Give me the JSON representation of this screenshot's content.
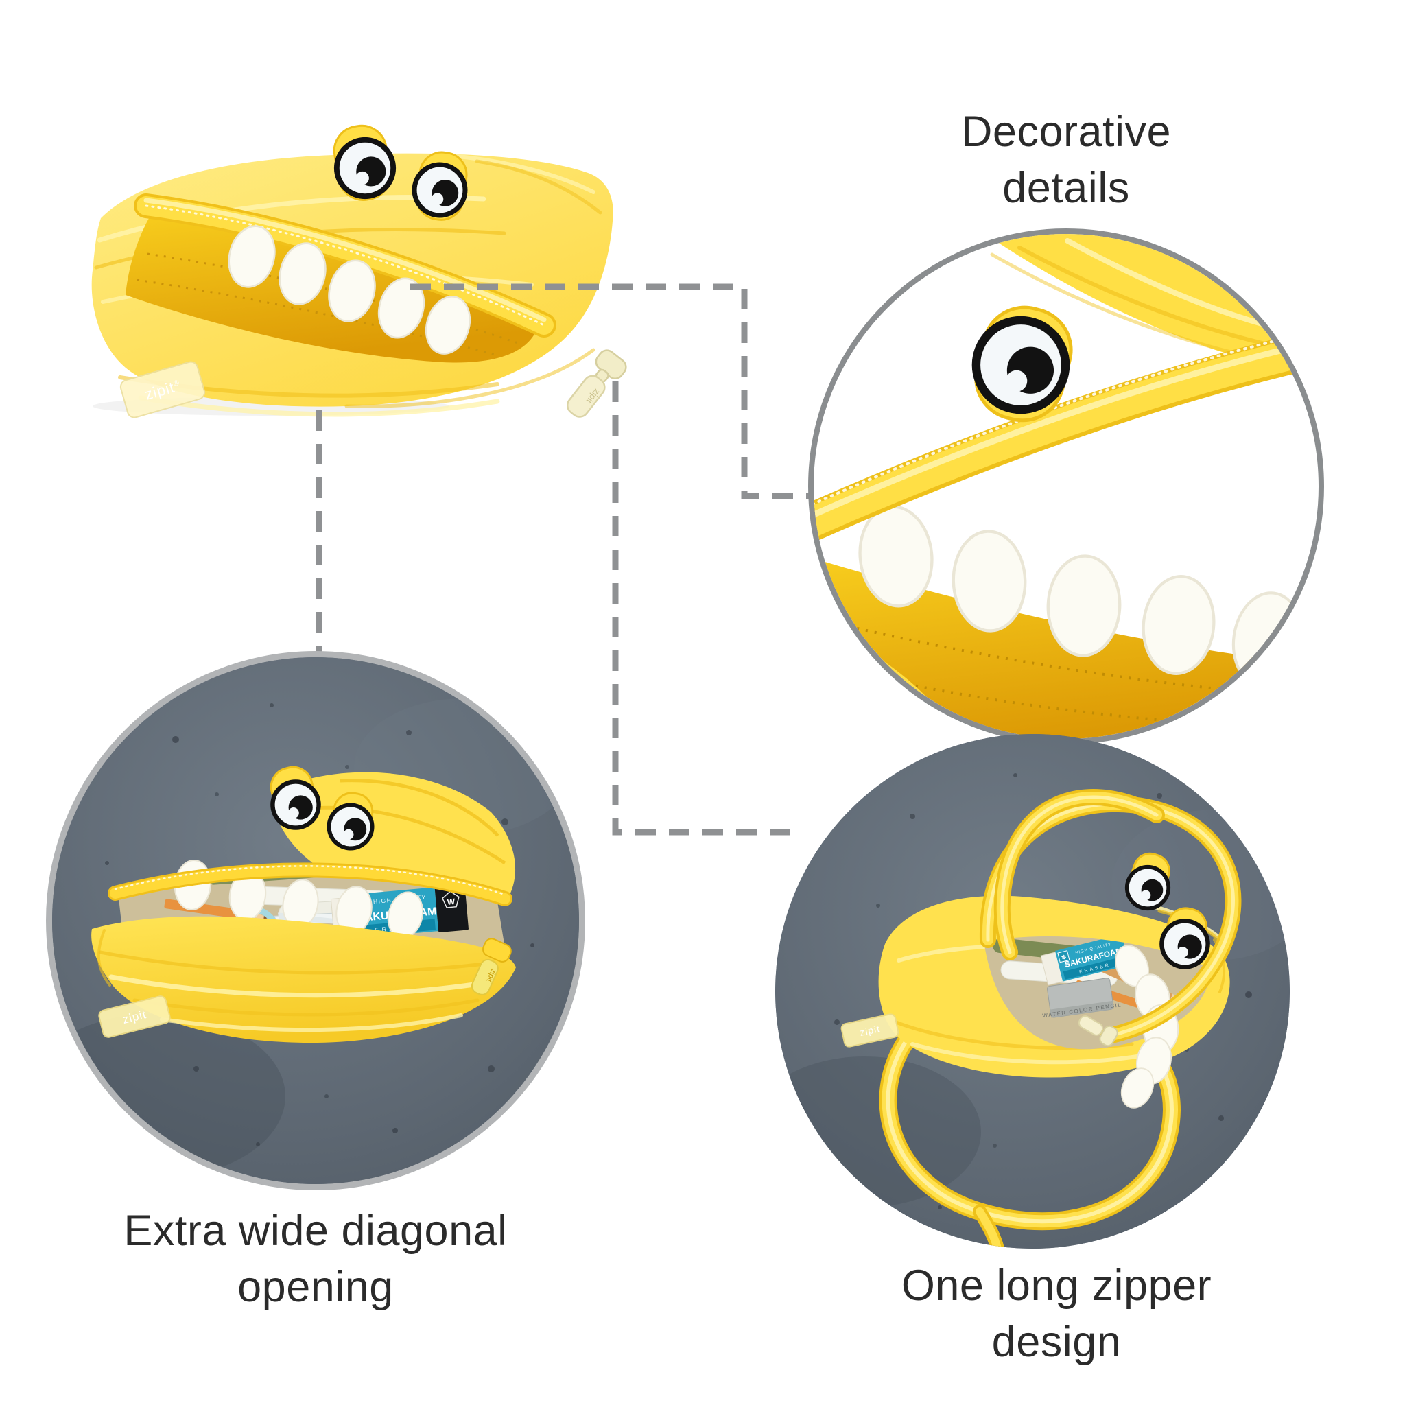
{
  "callouts": {
    "decorative_details": {
      "line1": "Decorative",
      "line2": "details"
    },
    "wide_opening": {
      "line1": "Extra wide diagonal",
      "line2": "opening"
    },
    "long_zipper": {
      "line1": "One long zipper",
      "line2": "design"
    }
  },
  "brand": {
    "logo_text": "zipit",
    "registered_mark": "®"
  },
  "eraser_label": {
    "quality": "HIGH QUALITY",
    "name": "SAKURAFOAM",
    "type": "ERASER",
    "maker": "SAKURA",
    "badge_letter": "W",
    "flower_icon": "✽"
  },
  "stationery": {
    "tin_label": "WATER COLOR PENCIL"
  },
  "colors": {
    "pouch_yellow": "#ffdf45",
    "pouch_yellow_light": "#ffe87a",
    "pouch_highlight": "#fff3a8",
    "pouch_shade": "#f0c01a",
    "mouth_amber": "#e9a90b",
    "concrete_gray": "#5f6a75",
    "ring_gray": "#b2b4b6",
    "detail_ring_gray": "#8a8d8f",
    "connector_gray": "#8f9193",
    "caption_text": "#2b2b2b",
    "eraser_teal": "#2aa4c4",
    "eraser_teal_dark": "#0e86a8",
    "scissors_blue": "#a5d8e0",
    "tooth_white": "#fcfbf3"
  }
}
